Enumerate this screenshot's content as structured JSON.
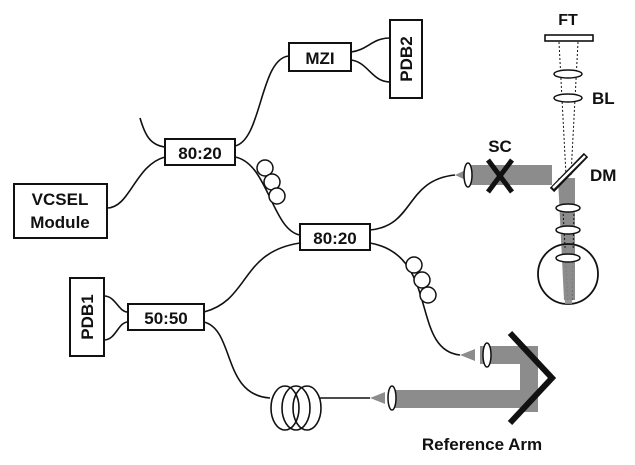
{
  "labels": {
    "vcsel_line1": "VCSEL",
    "vcsel_line2": "Module",
    "coupler_top": "80:20",
    "coupler_mid": "80:20",
    "coupler_5050": "50:50",
    "mzi": "MZI",
    "pdb2": "PDB2",
    "pdb1": "PDB1",
    "ft": "FT",
    "bl": "BL",
    "sc": "SC",
    "dm": "DM",
    "reference_arm": "Reference Arm"
  },
  "colors": {
    "line": "#111111",
    "beam": "#8c8c8c",
    "background": "#ffffff"
  }
}
